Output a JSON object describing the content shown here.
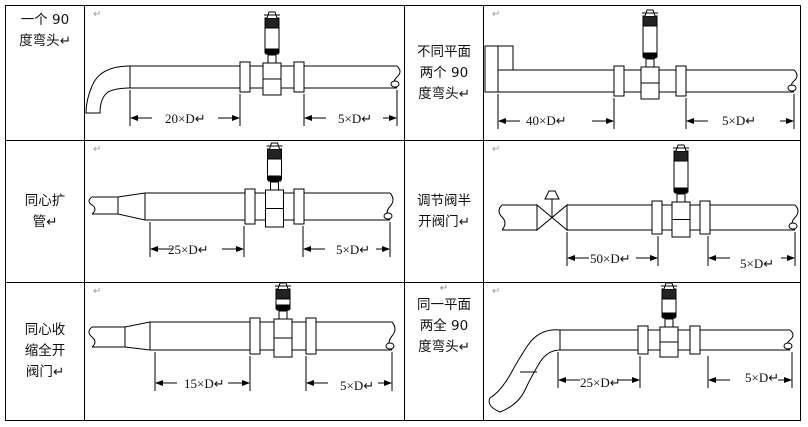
{
  "paragraph_mark": "↵",
  "rows": [
    {
      "left": {
        "label_lines": [
          "一个 90",
          "度弯头↵"
        ],
        "upstream": "20×D↵",
        "downstream": "5×D↵"
      },
      "right": {
        "label_lines": [
          "不同平面",
          "两个 90",
          "度弯头↵"
        ],
        "upstream": "40×D↵",
        "downstream": "5×D↵"
      }
    },
    {
      "left": {
        "label_lines": [
          "同心扩",
          "管↵"
        ],
        "upstream": "25×D↵",
        "downstream": "5×D↵"
      },
      "right": {
        "label_lines": [
          "调节阀半",
          "开阀门↵"
        ],
        "upstream": "50×D↵",
        "downstream": "5×D↵"
      }
    },
    {
      "left": {
        "label_lines": [
          "同心收",
          "缩全开",
          "阀门↵"
        ],
        "upstream": "15×D↵",
        "downstream": "5×D↵"
      },
      "right": {
        "label_lines": [
          "↵",
          "同一平面",
          "两全 90",
          "度弯头↵"
        ],
        "upstream": "25×D↵",
        "downstream": "5×D↵"
      }
    }
  ]
}
